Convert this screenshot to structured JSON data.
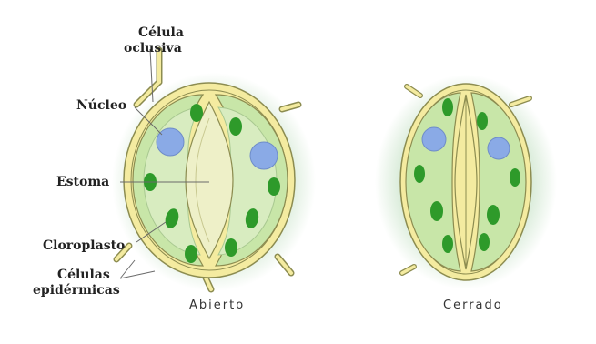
{
  "labels": {
    "guard_cell_line1": "Célula",
    "guard_cell_line2": "oclusiva",
    "nucleus": "Núcleo",
    "stoma": "Estoma",
    "chloroplast": "Cloroplasto",
    "epidermal_line1": "Células",
    "epidermal_line2": "epidérmicas"
  },
  "captions": {
    "open": "Abierto",
    "closed": "Cerrado"
  },
  "colors": {
    "halo": "#d6ead6",
    "cell_fill": "#c8e6a8",
    "cell_wall": "#f4eba0",
    "wall_outline": "#8c8c50",
    "vacuole": "#d8ecc0",
    "chloroplast": "#2e9a2a",
    "nucleus": "#8aaae6",
    "pore": "#eef0c8"
  }
}
